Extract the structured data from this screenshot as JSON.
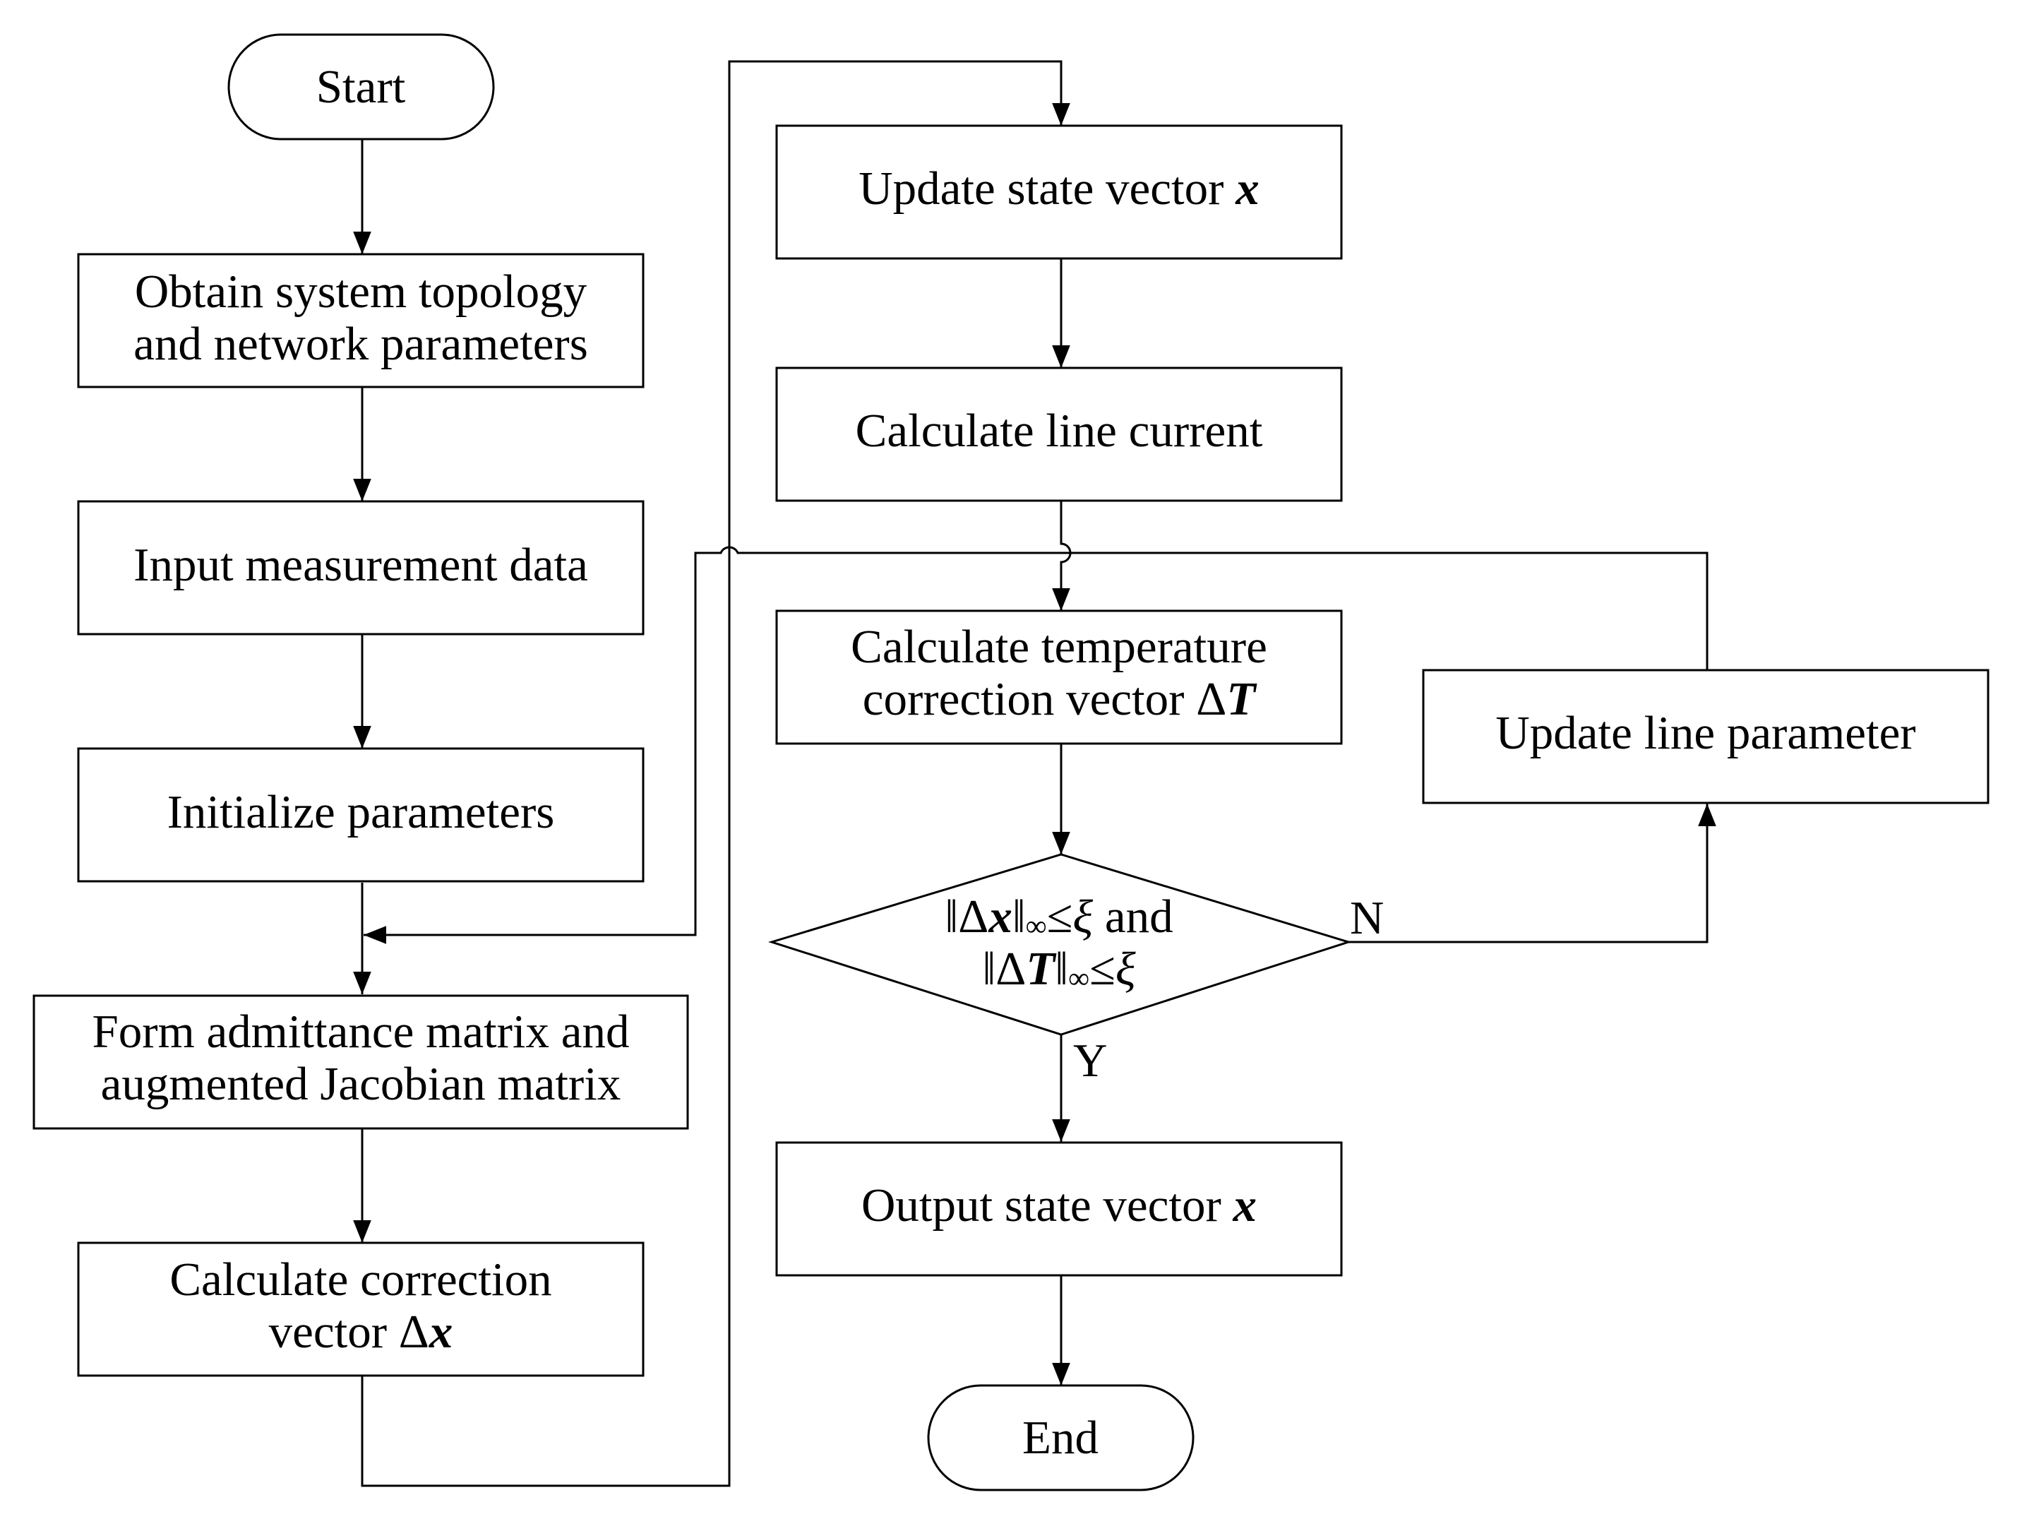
{
  "nodes": {
    "start": "Start",
    "obtain": [
      "Obtain system topology",
      "and network parameters"
    ],
    "input": "Input measurement data",
    "init": "Initialize parameters",
    "form": [
      "Form admittance matrix and",
      "augmented Jacobian matrix"
    ],
    "calc_corr": {
      "line1": "Calculate correction",
      "line2_text": "vector ",
      "line2_delta": "Δ",
      "line2_symbol": "x"
    },
    "update_state": {
      "text": "Update state vector ",
      "symbol": "x"
    },
    "calc_current": "Calculate line current",
    "calc_temp": {
      "line1": "Calculate temperature",
      "line2_text": "correction vector ",
      "line2_delta": "Δ",
      "line2_symbol": "T"
    },
    "decision": {
      "line1_open": "‖Δ",
      "line1_symbol": "x",
      "line1_close": "‖",
      "line1_sub": "∞",
      "line1_cond": "≤",
      "line1_xi": "ξ",
      "line1_and": " and",
      "line2_open": "‖Δ",
      "line2_symbol": "T",
      "line2_close": "‖",
      "line2_sub": "∞",
      "line2_cond": "≤",
      "line2_xi": "ξ"
    },
    "update_line": "Update line parameter",
    "output": {
      "text": "Output state vector ",
      "symbol": "x"
    },
    "end": "End"
  },
  "edge_labels": {
    "no": "N",
    "yes": "Y"
  }
}
